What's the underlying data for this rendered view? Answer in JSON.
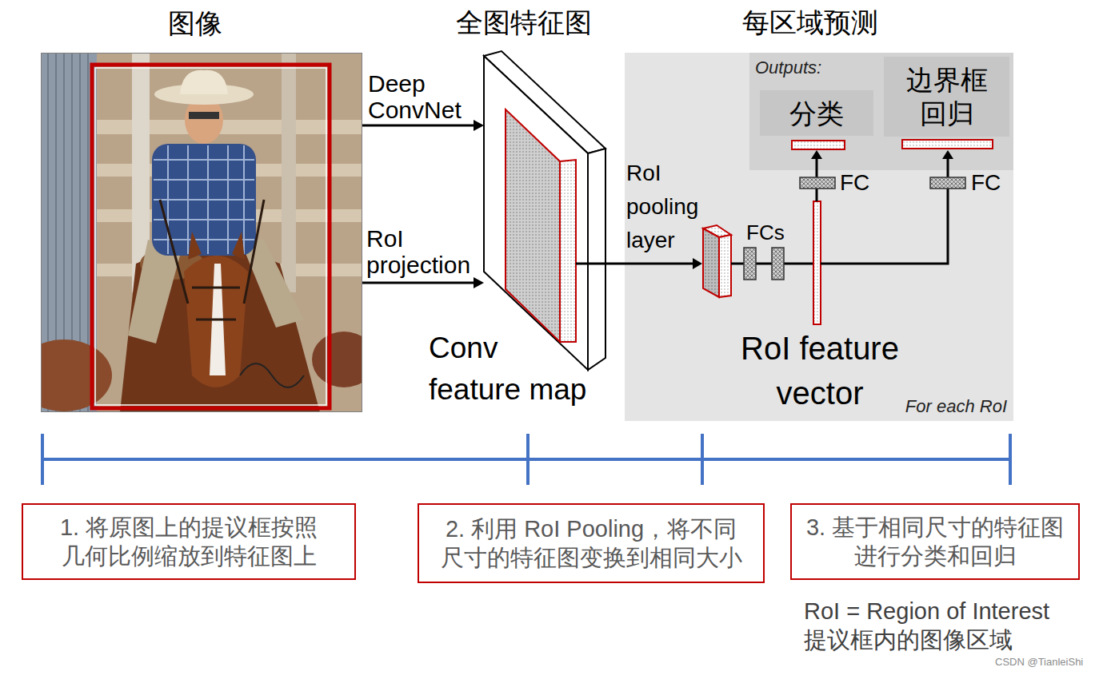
{
  "diagram": {
    "nodes": [
      {
        "text": [
          "图像"
        ]
      },
      {
        "text": [
          "全图特征图"
        ]
      },
      {
        "text": [
          "每区域预测",
          "For each RoI"
        ]
      },
      {
        "text": [
          "Outputs:"
        ],
        "in": 2
      },
      {
        "text": [
          "分类"
        ],
        "in": 3
      },
      {
        "text": [
          "边界框 回归"
        ],
        "in": 3
      },
      {
        "text": [
          "1. 将原图上的提议框按照 几何比例缩放到特征图上"
        ]
      },
      {
        "text": [
          "2. 利用 RoI Pooling，将不同 尺寸的特征图变换到相同大小"
        ]
      },
      {
        "text": [
          "3. 基于相同尺寸的特征图 进行分类和回归"
        ]
      }
    ],
    "edges": [
      {
        "from": 0,
        "to": 1,
        "arrow": "to",
        "label": "Deep ConvNet"
      },
      {
        "from": 0,
        "to": 1,
        "arrow": "to",
        "label": "RoI projection"
      }
    ],
    "labels": [
      "Conv feature map",
      "RoI pooling layer",
      "FCs",
      "RoI feature vector",
      "FC",
      "FC",
      "RoI = Region of Interest",
      "提议框内的图像区域",
      "CSDN @TianleiShi"
    ]
  }
}
